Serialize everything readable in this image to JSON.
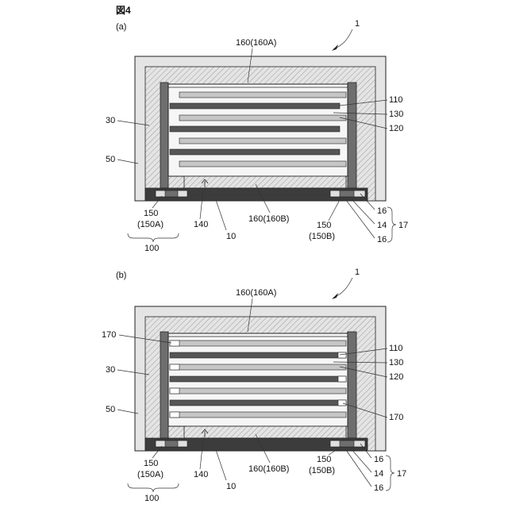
{
  "figure_label": "図4",
  "colors": {
    "outer_light": "#e4e4e4",
    "outer_hatch": "#9a9a9a",
    "dark_electrode": "#6e6e6e",
    "white_layer": "#f6f6f6",
    "inner_dark": "#555555",
    "inner_light": "#c6c6c6",
    "substrate": "#3c3c3c",
    "line": "#222222"
  },
  "panels": [
    {
      "label": "(a)",
      "ref_main": "1",
      "labels": {
        "top": "160(160A)",
        "l110": "110",
        "l130": "130",
        "l120": "120",
        "l30": "30",
        "l50": "50",
        "l150": "150",
        "l150a": "(150A)",
        "l140": "140",
        "l10": "10",
        "l160b": "160(160B)",
        "r150": "150",
        "r150b": "(150B)",
        "l16a": "16",
        "l14": "14",
        "l16b": "16",
        "l17": "17",
        "l100": "100"
      }
    },
    {
      "label": "(b)",
      "ref_main": "1",
      "labels": {
        "top": "160(160A)",
        "l170a": "170",
        "l110": "110",
        "l130": "130",
        "l120": "120",
        "l30": "30",
        "l170b": "170",
        "l50": "50",
        "l150": "150",
        "l150a": "(150A)",
        "l140": "140",
        "l10": "10",
        "l160b": "160(160B)",
        "r150": "150",
        "r150b": "(150B)",
        "l16a": "16",
        "l14": "14",
        "l16b": "16",
        "l17": "17",
        "l100": "100"
      }
    }
  ]
}
